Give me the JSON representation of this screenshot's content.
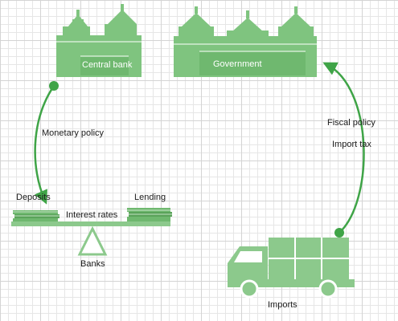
{
  "labels": {
    "central_bank": "Central bank",
    "government": "Government",
    "monetary_policy": "Monetary policy",
    "fiscal_policy": "Fiscal policy",
    "import_tax": "Import  tax",
    "deposits": "Deposits",
    "lending": "Lending",
    "interest_rates": "Interest rates",
    "banks": "Banks",
    "imports": "Imports"
  },
  "colors": {
    "building": "#7fc47f",
    "building_dark": "#5aa35a",
    "arrow": "#3fa447",
    "truck": "#8cc98c"
  }
}
